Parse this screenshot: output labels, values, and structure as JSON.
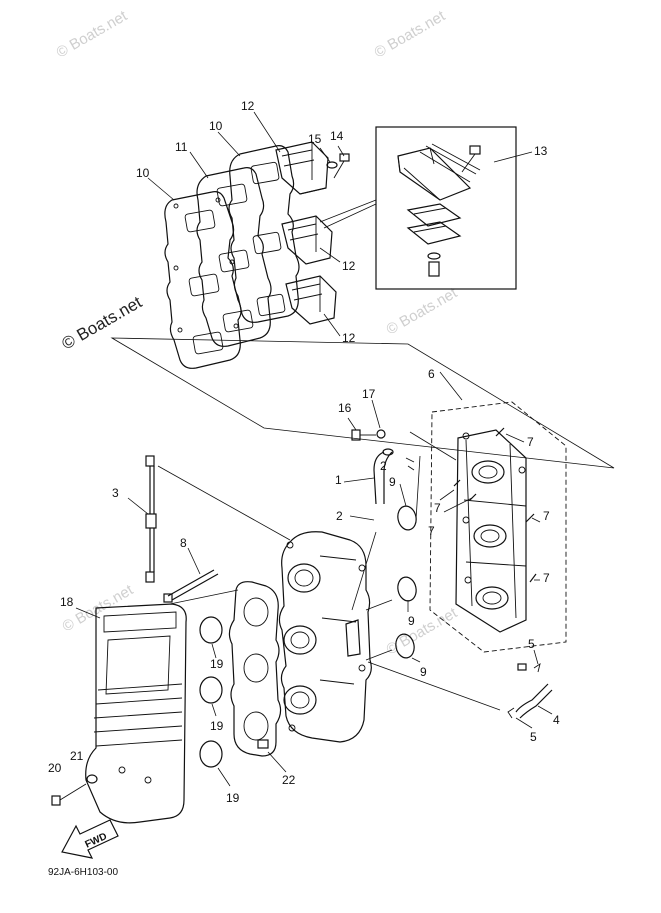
{
  "watermarks": {
    "top_left": "© Boats.net",
    "top_right": "© Boats.net",
    "mid_left": "© Boats.net",
    "mid_right": "© Boats.net",
    "lower_left": "© Boats.net",
    "lower_right": "© Boats.net"
  },
  "callouts": {
    "c1": "1",
    "c2a": "2",
    "c2b": "2",
    "c3": "3",
    "c4": "4",
    "c5a": "5",
    "c5b": "5",
    "c6": "6",
    "c7a": "7",
    "c7b": "7",
    "c7c": "7",
    "c7d": "7",
    "c7e": "7",
    "c8": "8",
    "c9a": "9",
    "c9b": "9",
    "c9c": "9",
    "c10a": "10",
    "c10b": "10",
    "c11": "11",
    "c12a": "12",
    "c12b": "12",
    "c12c": "12",
    "c13": "13",
    "c14": "14",
    "c15": "15",
    "c16": "16",
    "c17": "17",
    "c18": "18",
    "c19a": "19",
    "c19b": "19",
    "c19c": "19",
    "c20": "20",
    "c21": "21",
    "c22": "22"
  },
  "fwd_label": "FWD",
  "diagram_code": "92JA-6H103-00"
}
